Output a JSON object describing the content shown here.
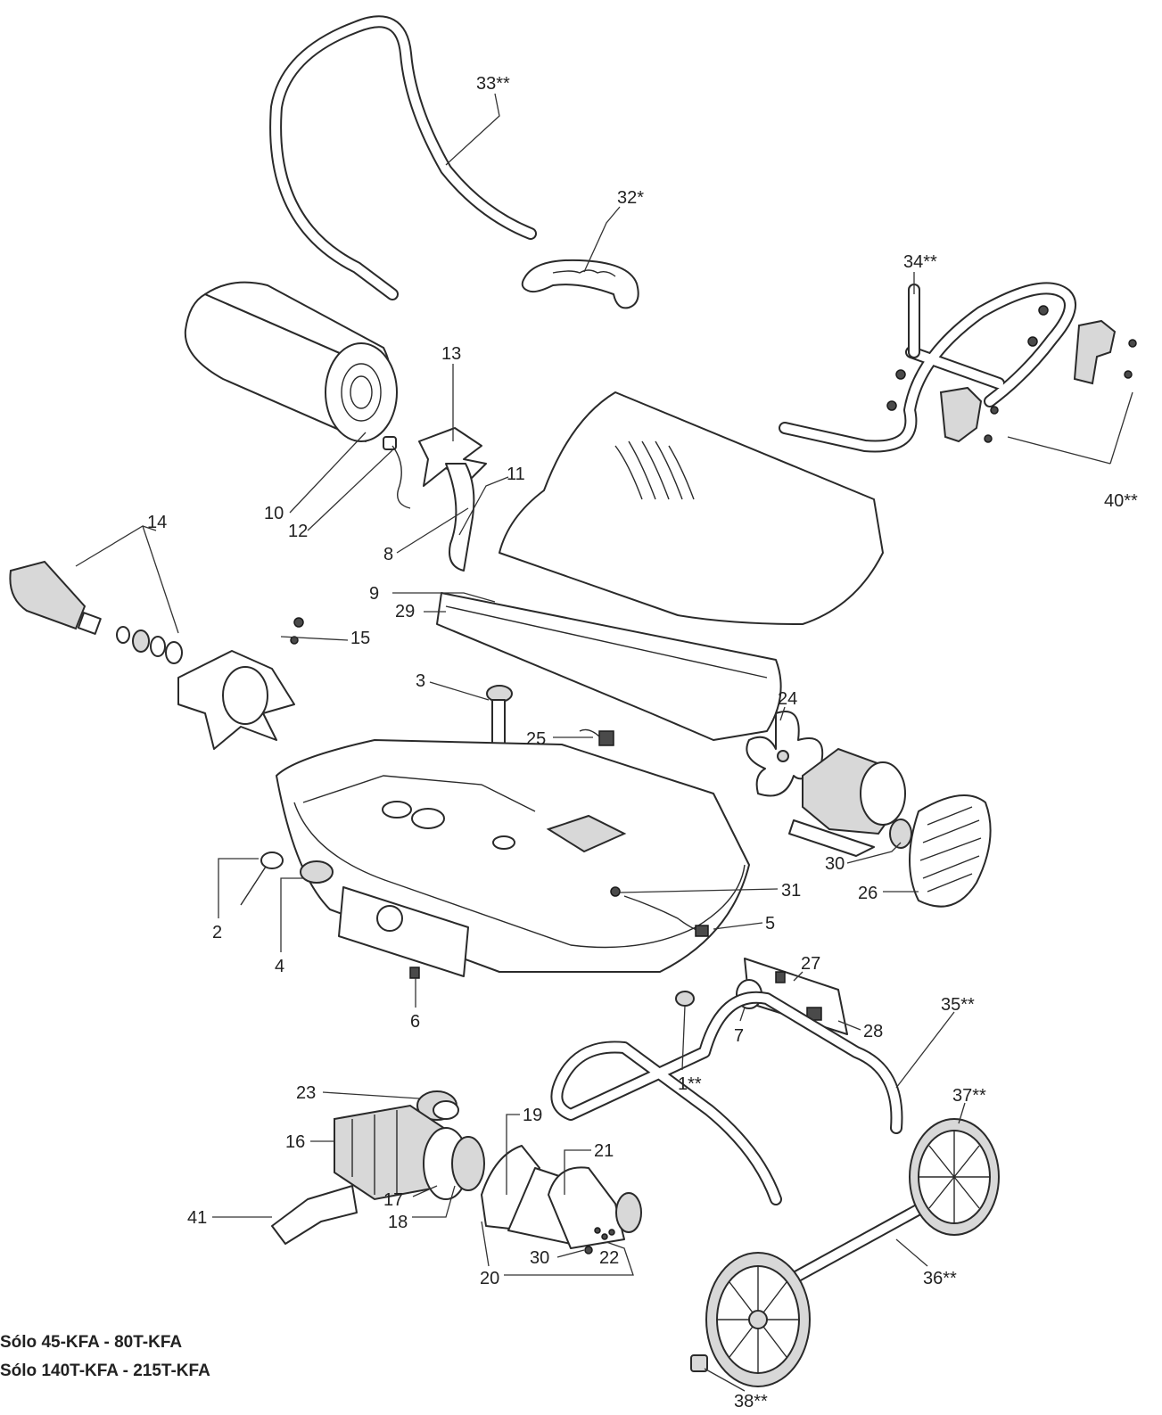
{
  "callouts": [
    {
      "id": "33",
      "text": "33**"
    },
    {
      "id": "32",
      "text": "32*"
    },
    {
      "id": "34",
      "text": "34**"
    },
    {
      "id": "13",
      "text": "13"
    },
    {
      "id": "40",
      "text": "40**"
    },
    {
      "id": "11",
      "text": "11"
    },
    {
      "id": "10",
      "text": "10"
    },
    {
      "id": "12",
      "text": "12"
    },
    {
      "id": "14",
      "text": "14"
    },
    {
      "id": "8",
      "text": "8"
    },
    {
      "id": "9",
      "text": "9"
    },
    {
      "id": "29",
      "text": "29"
    },
    {
      "id": "15",
      "text": "15"
    },
    {
      "id": "3",
      "text": "3"
    },
    {
      "id": "24",
      "text": "24"
    },
    {
      "id": "25",
      "text": "25"
    },
    {
      "id": "30a",
      "text": "30"
    },
    {
      "id": "26",
      "text": "26"
    },
    {
      "id": "31",
      "text": "31"
    },
    {
      "id": "2",
      "text": "2"
    },
    {
      "id": "5",
      "text": "5"
    },
    {
      "id": "4",
      "text": "4"
    },
    {
      "id": "27",
      "text": "27"
    },
    {
      "id": "6",
      "text": "6"
    },
    {
      "id": "35",
      "text": "35**"
    },
    {
      "id": "7",
      "text": "7"
    },
    {
      "id": "28",
      "text": "28"
    },
    {
      "id": "1",
      "text": "1**"
    },
    {
      "id": "37",
      "text": "37**"
    },
    {
      "id": "23",
      "text": "23"
    },
    {
      "id": "19",
      "text": "19"
    },
    {
      "id": "16",
      "text": "16"
    },
    {
      "id": "21",
      "text": "21"
    },
    {
      "id": "17",
      "text": "17"
    },
    {
      "id": "41",
      "text": "41"
    },
    {
      "id": "18",
      "text": "18"
    },
    {
      "id": "30b",
      "text": "30"
    },
    {
      "id": "22",
      "text": "22"
    },
    {
      "id": "36",
      "text": "36**"
    },
    {
      "id": "20",
      "text": "20"
    },
    {
      "id": "38",
      "text": "38**"
    }
  ],
  "notes": {
    "line1": "Sólo 45-KFA - 80T-KFA",
    "line2": "Sólo 140T-KFA - 215T-KFA"
  }
}
